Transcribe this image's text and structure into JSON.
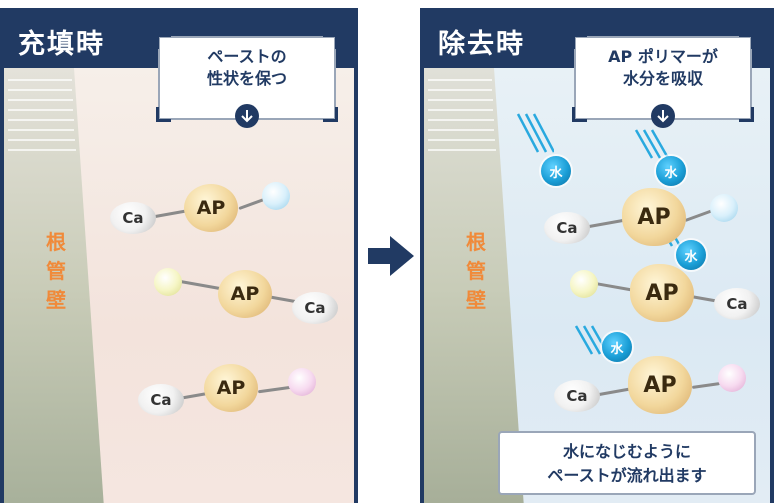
{
  "left_panel": {
    "title": "充填時",
    "callout": {
      "line1": "ペーストの",
      "line2": "性状を保つ"
    },
    "wall_label": [
      "根",
      "管",
      "壁"
    ],
    "molecules": [
      {
        "ca": "Ca",
        "ap": "AP"
      },
      {
        "ca": "Ca",
        "ap": "AP"
      },
      {
        "ca": "Ca",
        "ap": "AP"
      }
    ]
  },
  "right_panel": {
    "title": "除去時",
    "callout": {
      "line1": "AP ポリマーが",
      "line2": "水分を吸収"
    },
    "wall_label": [
      "根",
      "管",
      "壁"
    ],
    "water_label": "水",
    "molecules": [
      {
        "ca": "Ca",
        "ap": "AP"
      },
      {
        "ca": "Ca",
        "ap": "AP"
      },
      {
        "ca": "Ca",
        "ap": "AP"
      }
    ],
    "caption": {
      "line1": "水になじむように",
      "line2": "ペーストが流れ出ます"
    }
  },
  "colors": {
    "navy": "#213a63",
    "wall_text": "#f08a3a",
    "water": "#1a9ed6",
    "arrow": "#213a63"
  },
  "icons": {
    "down_arrow": "down-arrow-circle-icon",
    "transition_arrow": "right-arrow-icon"
  }
}
